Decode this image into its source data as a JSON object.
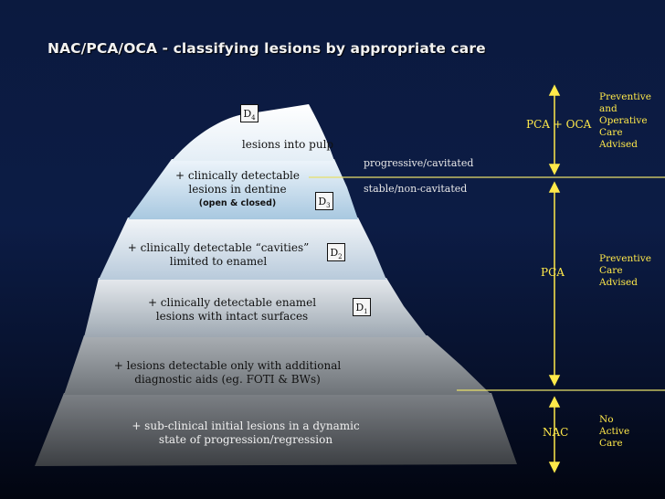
{
  "title": "NAC/PCA/OCA - classifying lesions by appropriate care",
  "layers": [
    {
      "code": "D",
      "sub": "4",
      "lines": [
        "lesions into pulp"
      ]
    },
    {
      "code": "D",
      "sub": "3",
      "lines": [
        "+ clinically detectable",
        "lesions in dentine"
      ],
      "note": "(open & closed)"
    },
    {
      "code": "D",
      "sub": "2",
      "lines": [
        "+ clinically detectable “cavities”",
        "limited to enamel"
      ]
    },
    {
      "code": "D",
      "sub": "1",
      "lines": [
        "+ clinically detectable enamel",
        "lesions with intact surfaces"
      ]
    },
    {
      "lines": [
        "+ lesions detectable only with additional",
        "diagnostic aids (eg. FOTI & BWs)"
      ]
    },
    {
      "lines": [
        "+ sub-clinical initial lesions in a dynamic",
        "state of progression/regression"
      ]
    }
  ],
  "thresholds": {
    "upper_above": "progressive/cavitated",
    "upper_below": "stable/non-cavitated"
  },
  "care": [
    {
      "label": "PCA + OCA",
      "description": [
        "Preventive",
        "and",
        "Operative",
        "Care",
        "Advised"
      ]
    },
    {
      "label": "PCA",
      "description": [
        "Preventive",
        "Care",
        "Advised"
      ]
    },
    {
      "label": "NAC",
      "description": [
        "No",
        "Active",
        "Care"
      ]
    }
  ],
  "colors": {
    "arrow": "#ffe94a",
    "line": "#e8e06a",
    "title": "#f2f2f2"
  }
}
